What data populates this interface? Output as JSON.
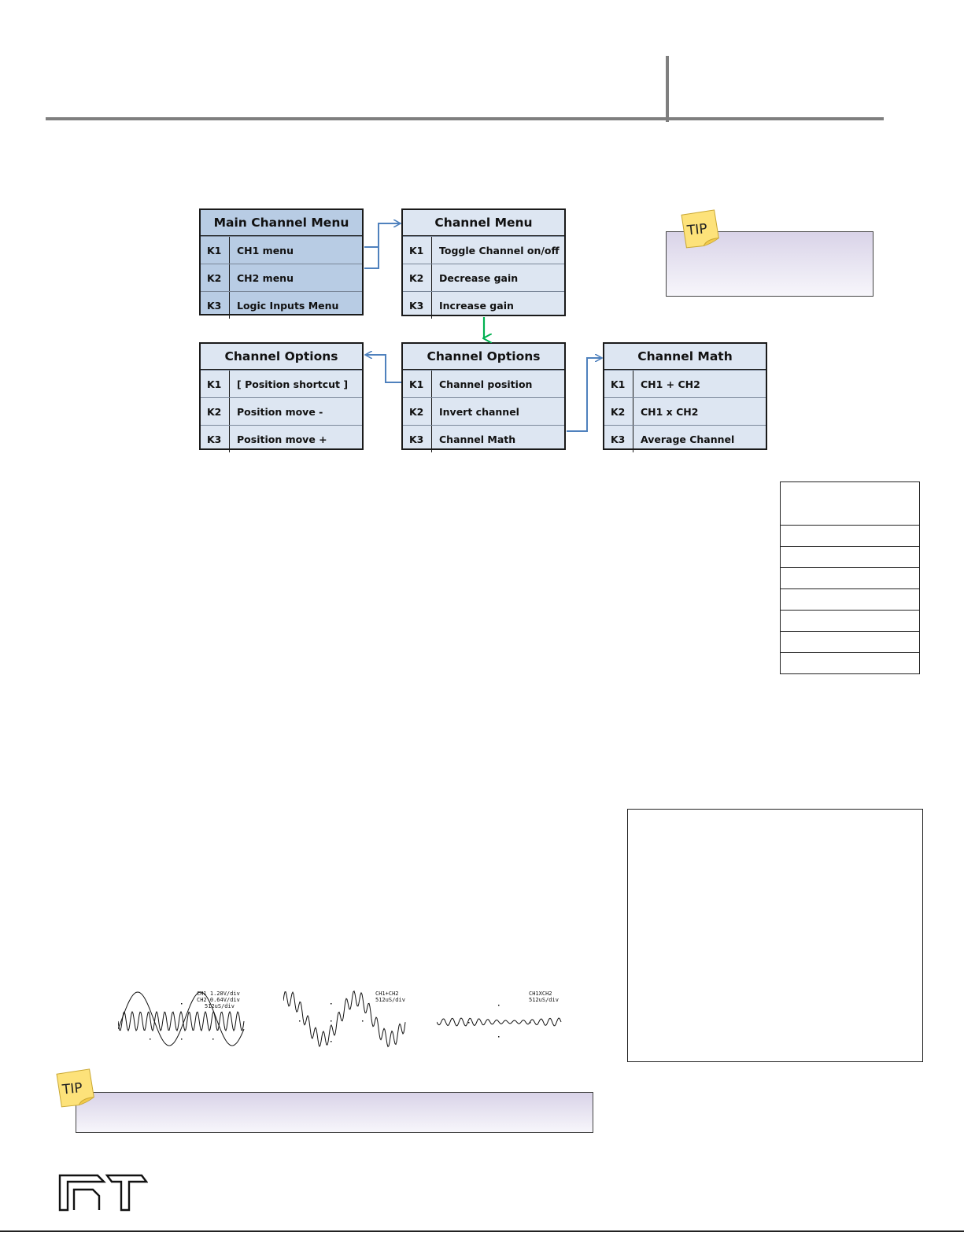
{
  "menus": {
    "main_channel": {
      "title": "Main Channel Menu",
      "rows": [
        {
          "key": "K1",
          "label": "CH1 menu"
        },
        {
          "key": "K2",
          "label": "CH2 menu"
        },
        {
          "key": "K3",
          "label": "Logic Inputs Menu"
        }
      ]
    },
    "channel": {
      "title": "Channel Menu",
      "rows": [
        {
          "key": "K1",
          "label": "Toggle Channel on/off"
        },
        {
          "key": "K2",
          "label": "Decrease gain"
        },
        {
          "key": "K3",
          "label": "Increase gain"
        }
      ]
    },
    "options_left": {
      "title": "Channel Options",
      "rows": [
        {
          "key": "K1",
          "label": "[ Position shortcut ]"
        },
        {
          "key": "K2",
          "label": "Position move -"
        },
        {
          "key": "K3",
          "label": "Position move +"
        }
      ]
    },
    "options_mid": {
      "title": "Channel Options",
      "rows": [
        {
          "key": "K1",
          "label": "Channel position"
        },
        {
          "key": "K2",
          "label": "Invert channel"
        },
        {
          "key": "K3",
          "label": "Channel Math"
        }
      ]
    },
    "math": {
      "title": "Channel Math",
      "rows": [
        {
          "key": "K1",
          "label": "CH1 + CH2"
        },
        {
          "key": "K2",
          "label": "CH1 x CH2"
        },
        {
          "key": "K3",
          "label": "Average Channel"
        }
      ]
    }
  },
  "tips": {
    "label": "TIP"
  },
  "scopes": [
    {
      "lines": [
        "CH1 1.28V/div",
        "CH2 0.64V/div",
        "512uS/div"
      ]
    },
    {
      "lines": [
        "CH1+CH2",
        "512uS/div"
      ]
    },
    {
      "lines": [
        "CH1XCH2",
        "512uS/div"
      ]
    }
  ],
  "colors": {
    "arrow_blue": "#4f81bd",
    "arrow_green": "#00b050",
    "menu_header": "#b8cce4",
    "menu_body": "#dde6f2"
  }
}
